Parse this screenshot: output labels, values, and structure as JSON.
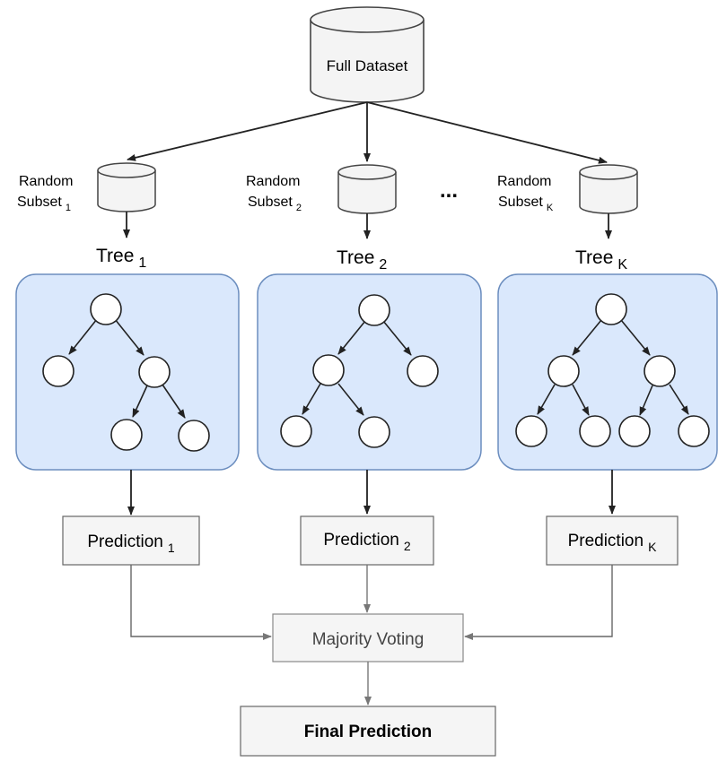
{
  "dataset": {
    "label": "Full Dataset"
  },
  "ellipsis": "...",
  "columns": [
    {
      "subset_label": "Random",
      "subset_line2": "Subset",
      "subset_index": "1",
      "tree_label": "Tree",
      "tree_index": "1",
      "prediction_label": "Prediction",
      "prediction_index": "1"
    },
    {
      "subset_label": "Random",
      "subset_line2": "Subset",
      "subset_index": "2",
      "tree_label": "Tree",
      "tree_index": "2",
      "prediction_label": "Prediction",
      "prediction_index": "2"
    },
    {
      "subset_label": "Random",
      "subset_line2": "Subset",
      "subset_index": "K",
      "tree_label": "Tree",
      "tree_index": "K",
      "prediction_label": "Prediction",
      "prediction_index": "K"
    }
  ],
  "voting": {
    "label": "Majority Voting"
  },
  "final": {
    "label": "Final Prediction"
  },
  "colors": {
    "tree_panel_fill": "#dae8fc",
    "tree_panel_stroke": "#6c8ebf",
    "box_fill": "#f5f5f5",
    "box_stroke": "#666666",
    "arrow": "#222222",
    "gray_arrow": "#888888"
  }
}
